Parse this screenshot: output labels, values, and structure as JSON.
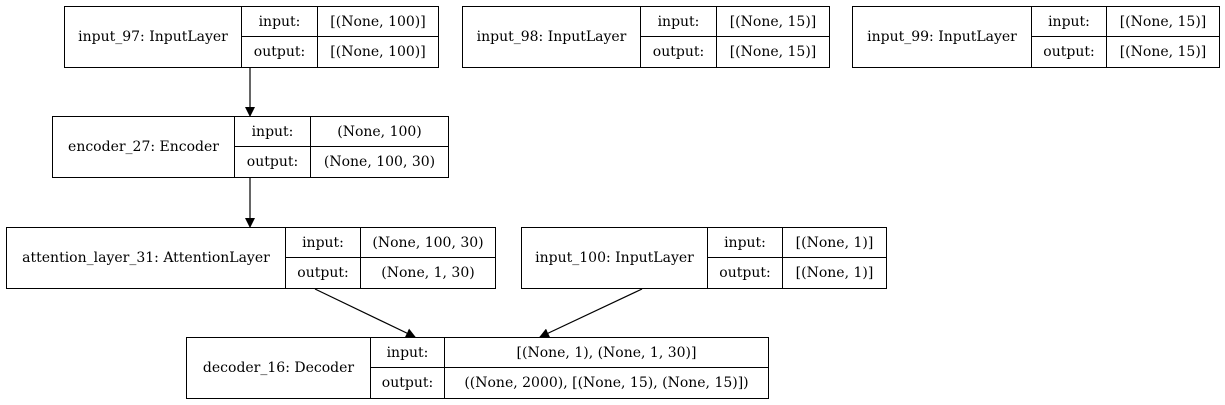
{
  "nodes": [
    {
      "id": "input_97",
      "title": "input_97: InputLayer",
      "input_label": "input:",
      "input_value": "[(None, 100)]",
      "output_label": "output:",
      "output_value": "[(None, 100)]"
    },
    {
      "id": "input_98",
      "title": "input_98: InputLayer",
      "input_label": "input:",
      "input_value": "[(None, 15)]",
      "output_label": "output:",
      "output_value": "[(None, 15)]"
    },
    {
      "id": "input_99",
      "title": "input_99: InputLayer",
      "input_label": "input:",
      "input_value": "[(None, 15)]",
      "output_label": "output:",
      "output_value": "[(None, 15)]"
    },
    {
      "id": "encoder_27",
      "title": "encoder_27: Encoder",
      "input_label": "input:",
      "input_value": "(None, 100)",
      "output_label": "output:",
      "output_value": "(None, 100, 30)"
    },
    {
      "id": "attention_layer_31",
      "title": "attention_layer_31: AttentionLayer",
      "input_label": "input:",
      "input_value": "(None, 100, 30)",
      "output_label": "output:",
      "output_value": "(None, 1, 30)"
    },
    {
      "id": "input_100",
      "title": "input_100: InputLayer",
      "input_label": "input:",
      "input_value": "[(None, 1)]",
      "output_label": "output:",
      "output_value": "[(None, 1)]"
    },
    {
      "id": "decoder_16",
      "title": "decoder_16: Decoder",
      "input_label": "input:",
      "input_value": "[(None, 1), (None, 1, 30)]",
      "output_label": "output:",
      "output_value": "((None, 2000), [(None, 15), (None, 15)])"
    }
  ],
  "edges": [
    {
      "from": "input_97",
      "to": "encoder_27"
    },
    {
      "from": "encoder_27",
      "to": "attention_layer_31"
    },
    {
      "from": "attention_layer_31",
      "to": "decoder_16"
    },
    {
      "from": "input_100",
      "to": "decoder_16"
    }
  ]
}
